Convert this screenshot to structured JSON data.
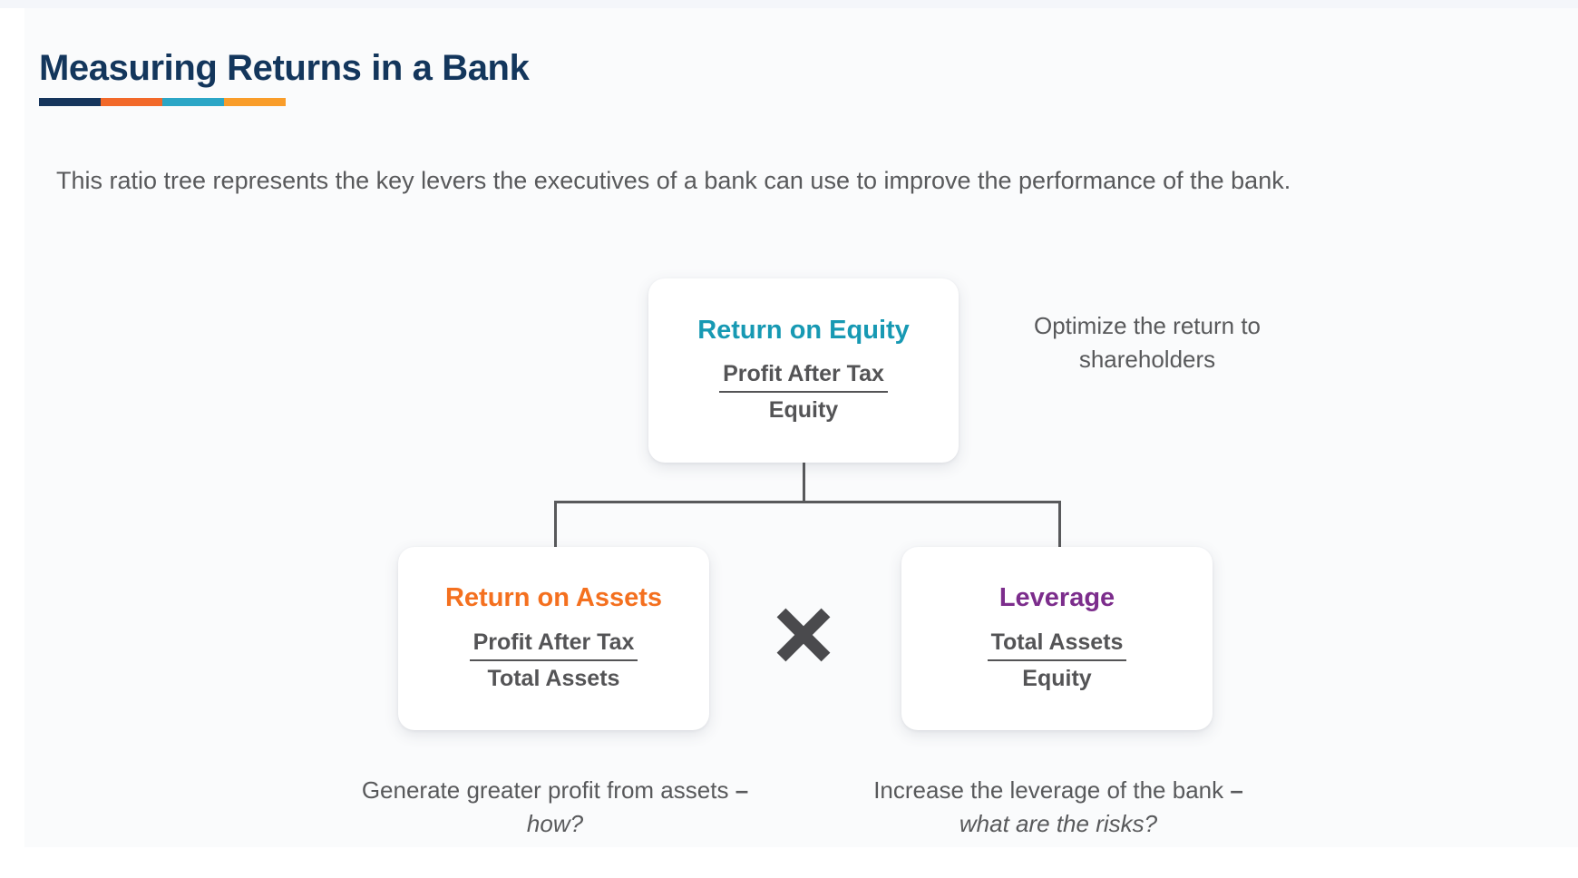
{
  "page": {
    "title": "Measuring Returns in a Bank",
    "intro": "This ratio tree represents the key levers the executives of a bank can use to improve the performance of the bank."
  },
  "theme": {
    "title_color": "#13365c",
    "body_text_color": "#58595b",
    "card_background": "#fafbfc",
    "node_background": "#ffffff",
    "connector_color": "#58595b",
    "rule_segments": [
      "#16355c",
      "#f2692a",
      "#2ba6c6",
      "#f99d2a"
    ]
  },
  "diagram": {
    "type": "ratio-tree",
    "nodes": [
      {
        "id": "return-on-equity",
        "title": "Return on Equity",
        "title_color": "#1799b3",
        "numerator": "Profit After Tax",
        "denominator": "Equity",
        "annotation": {
          "text": "Optimize the return to shareholders",
          "lead": "Optimize the return to shareholders",
          "emphasis": ""
        }
      },
      {
        "id": "return-on-assets",
        "title": "Return on Assets",
        "title_color": "#f4701f",
        "numerator": "Profit After Tax",
        "denominator": "Total Assets",
        "annotation": {
          "text": "Generate greater profit from assets – how?",
          "lead": "Generate greater profit from assets ",
          "dash": "– ",
          "emphasis": "how?"
        }
      },
      {
        "id": "leverage",
        "title": "Leverage",
        "title_color": "#7c2d8c",
        "numerator": "Total Assets",
        "denominator": "Equity",
        "annotation": {
          "text": "Increase the leverage of the bank – what are the risks?",
          "lead": "Increase the leverage of the bank ",
          "dash": "– ",
          "emphasis": "what are the risks?"
        }
      }
    ],
    "operator": {
      "symbol": "×",
      "name": "multiply-icon",
      "color": "#4a4a4d",
      "between": [
        "return-on-assets",
        "leverage"
      ]
    },
    "relationship": "Return on Equity = Return on Assets × Leverage"
  }
}
